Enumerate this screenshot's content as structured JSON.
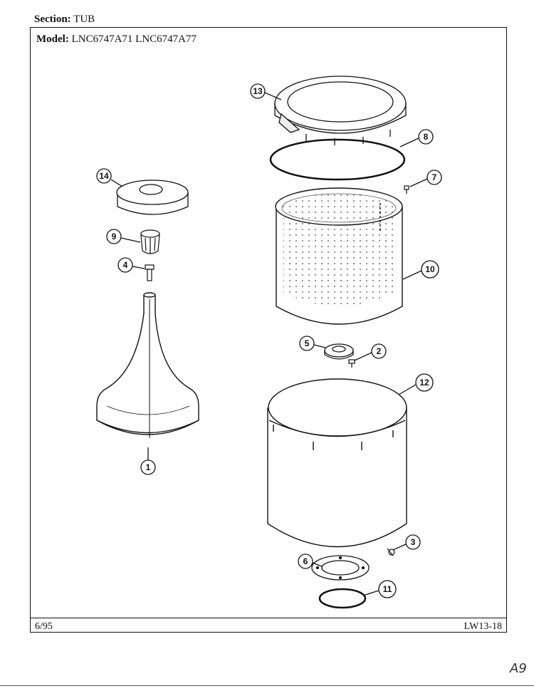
{
  "header": {
    "section_label": "Section:",
    "section_value": "TUB",
    "model_label": "Model:",
    "model_value": "LNC6747A71  LNC6747A77"
  },
  "footer": {
    "date": "6/95",
    "code": "LW13-18"
  },
  "page_mark": "A9",
  "callouts": {
    "c1": "1",
    "c2": "2",
    "c3": "3",
    "c4": "4",
    "c5": "5",
    "c6": "6",
    "c7": "7",
    "c8": "8",
    "c9": "9",
    "c10": "10",
    "c11": "11",
    "c12": "12",
    "c13": "13",
    "c14": "14"
  }
}
